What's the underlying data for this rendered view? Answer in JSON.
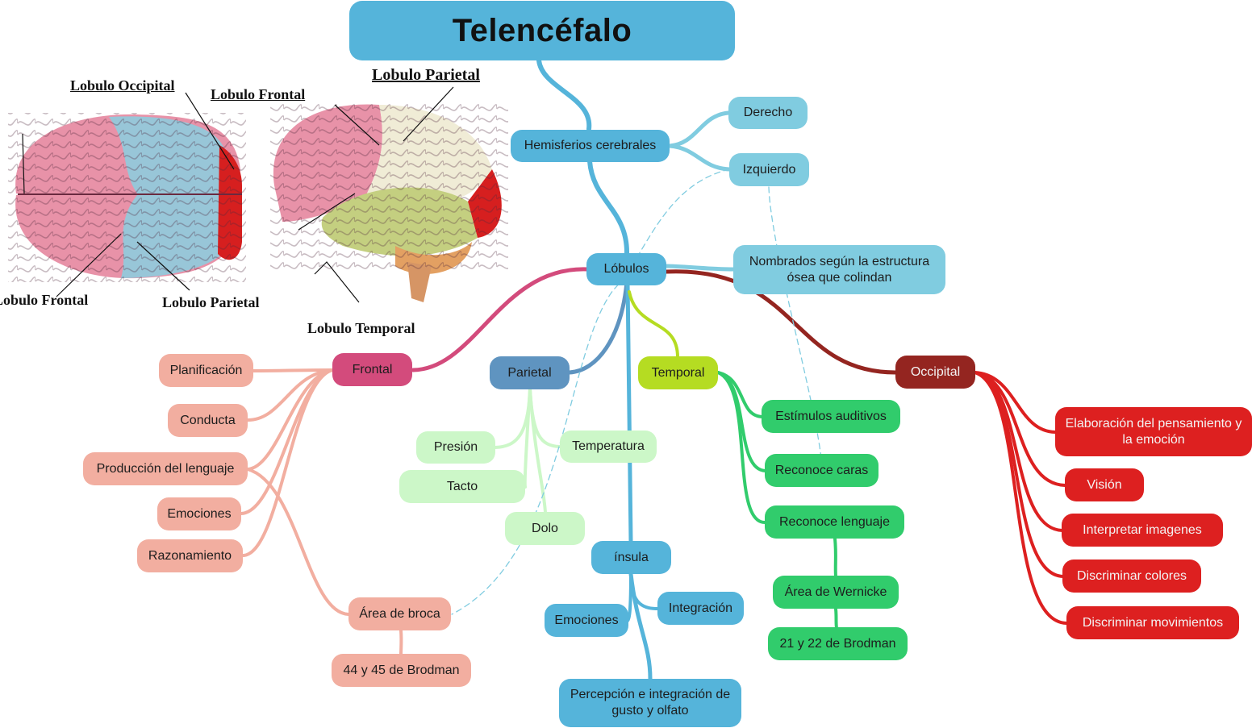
{
  "title": "Telencéfalo",
  "colors": {
    "blue": "#55b4da",
    "light_blue": "#80cce0",
    "pink": "#d34b7c",
    "salmon": "#f2aea0",
    "steel": "#5f94c0",
    "mint": "#ccf7c8",
    "lime": "#b5dc22",
    "green": "#31cc6c",
    "maroon": "#942520",
    "red": "#dd2020"
  },
  "brain_top_view": {
    "labels": {
      "occipital": "Lobulo Occipital",
      "frontal_right": "Lobulo Frontal",
      "frontal_bottom": "Lobulo Frontal",
      "parietal": "Lobulo Parietal"
    }
  },
  "brain_side_view": {
    "labels": {
      "parietal": "Lobulo Parietal",
      "temporal": "Lobulo Temporal"
    }
  },
  "hemispheres": {
    "label": "Hemisferios cerebrales",
    "children": [
      "Derecho",
      "Izquierdo"
    ]
  },
  "lobes": {
    "label": "Lóbulos",
    "note": "Nombrados según la estructura ósea que colindan",
    "frontal": {
      "label": "Frontal",
      "children": [
        "Planificación",
        "Conducta",
        "Producción del lenguaje",
        "Emociones",
        "Razonamiento"
      ],
      "broca": "Área de broca",
      "broca_detail": "44 y 45 de Brodman"
    },
    "parietal": {
      "label": "Parietal",
      "children": [
        "Presión",
        "Temperatura",
        "Tacto",
        "Dolo"
      ]
    },
    "insula": {
      "label": "ínsula",
      "children": [
        "Emociones",
        "Integración"
      ],
      "detail": "Percepción e integración de gusto y olfato"
    },
    "temporal": {
      "label": "Temporal",
      "children": [
        "Estímulos auditivos",
        "Reconoce caras",
        "Reconoce lenguaje"
      ],
      "wernicke": "Área de Wernicke",
      "wernicke_detail": "21 y 22 de Brodman"
    },
    "occipital": {
      "label": "Occipital",
      "children": [
        "Elaboración del pensamiento y la emoción",
        "Visión",
        "Interpretar imagenes",
        "Discriminar colores",
        "Discriminar movimientos"
      ]
    }
  }
}
